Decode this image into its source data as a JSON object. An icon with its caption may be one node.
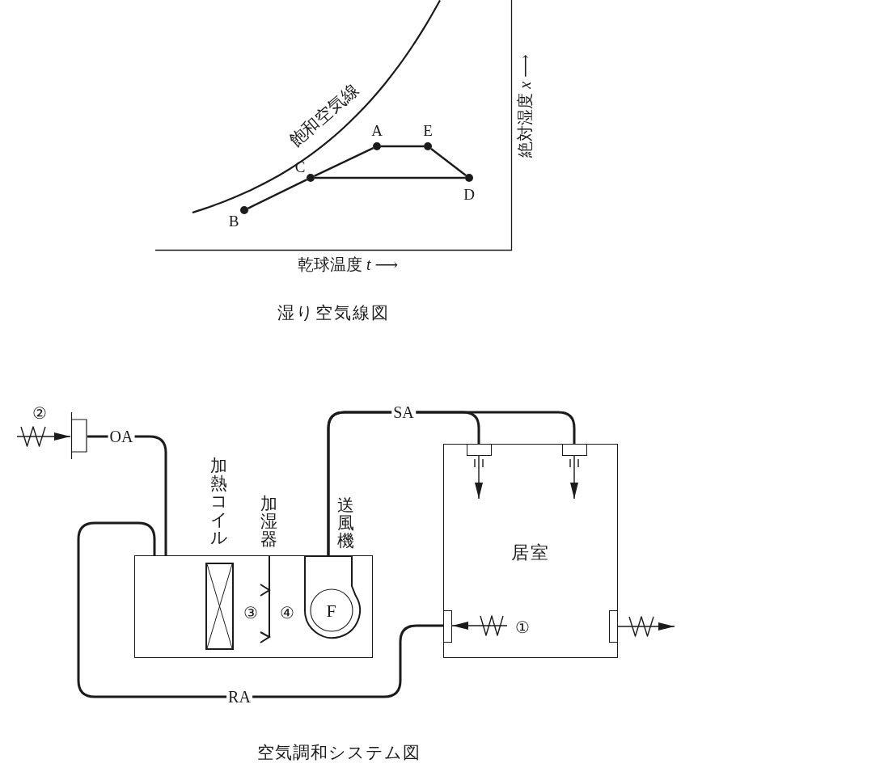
{
  "diagram": {
    "nodes": [
      {
        "text": [],
        "shape": "circle",
        "beside": [
          "A"
        ]
      },
      {
        "text": [],
        "shape": "circle",
        "beside": [
          "E"
        ]
      },
      {
        "text": [],
        "shape": "circle",
        "beside": [
          "C"
        ]
      },
      {
        "text": [],
        "shape": "circle",
        "beside": [
          "D"
        ]
      },
      {
        "text": [],
        "shape": "circle",
        "beside": [
          "B"
        ]
      },
      {
        "text": [],
        "shape": "box"
      },
      {
        "text": [],
        "shape": "box"
      },
      {
        "text": [],
        "shape": "box",
        "in": 6,
        "beside": [
          "加熱コイル"
        ]
      },
      {
        "text": [],
        "shape": "picture",
        "in": 6,
        "beside": [
          "加湿器"
        ]
      },
      {
        "text": [
          "F"
        ],
        "in": 6,
        "beside": [
          "送風機"
        ]
      },
      {
        "text": [
          "居室"
        ]
      },
      {
        "text": [],
        "shape": "box",
        "in": 10
      },
      {
        "text": [],
        "shape": "box",
        "in": 10
      },
      {
        "text": [],
        "shape": "box",
        "in": 10
      },
      {
        "text": [],
        "shape": "box",
        "in": 10
      }
    ],
    "edges": [
      {
        "from": 4,
        "to": 2,
        "arrow": "none"
      },
      {
        "from": 2,
        "to": 0,
        "arrow": "none"
      },
      {
        "from": 0,
        "to": 1,
        "arrow": "none"
      },
      {
        "from": 1,
        "to": 3,
        "arrow": "none"
      },
      {
        "from": 3,
        "to": 2,
        "arrow": "none"
      },
      {
        "from": null,
        "to": 5,
        "arrow": "to"
      },
      {
        "from": 5,
        "to": 6,
        "arrow": "none",
        "label": "OA"
      },
      {
        "from": 9,
        "to": 11,
        "arrow": "none",
        "label": "SA"
      },
      {
        "from": 9,
        "to": 12,
        "arrow": "none"
      },
      {
        "from": 13,
        "to": 6,
        "arrow": "none",
        "label": "RA"
      },
      {
        "from": 11,
        "to": null,
        "arrow": "to"
      },
      {
        "from": 12,
        "to": null,
        "arrow": "to"
      },
      {
        "from": null,
        "to": 13,
        "arrow": "to"
      },
      {
        "from": 14,
        "to": null,
        "arrow": "to"
      }
    ],
    "labels": [
      "飽和空気線",
      "絶対湿度 *x* ⟶",
      "乾球温度 *t* ⟶",
      "湿り空気線図",
      "②",
      "③",
      "④",
      "①",
      "空気調和システム図"
    ]
  }
}
